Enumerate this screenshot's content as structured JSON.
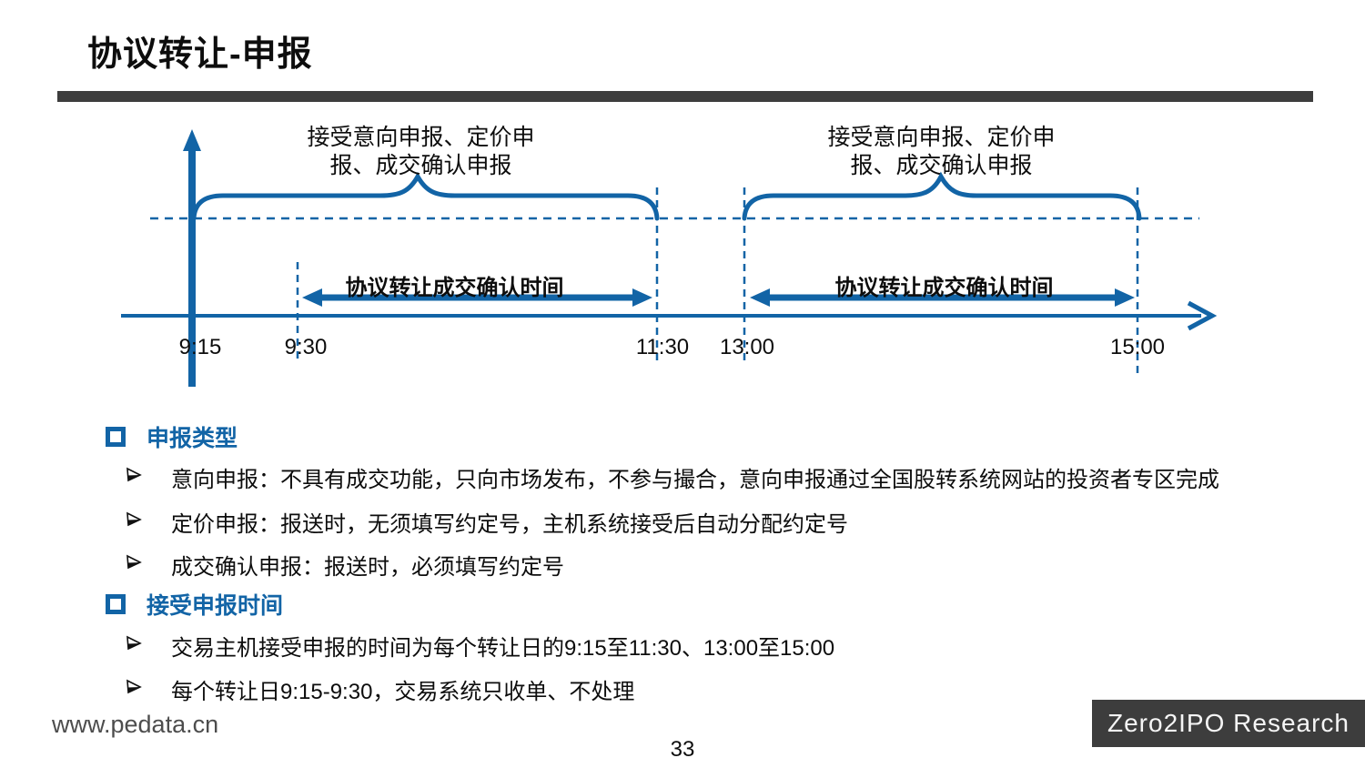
{
  "slide": {
    "title": "协议转让-申报",
    "page_number": "33",
    "footer": {
      "website": "www.pedata.cn",
      "brand": "Zero2IPO Research"
    }
  },
  "colors": {
    "accent_blue": "#1264a6",
    "title_bar_gray": "#3d3d3d",
    "brand_box_gray": "#3d3d3d",
    "footer_url_gray": "#4d4d4d"
  },
  "icons": {
    "section_bullet": "square-outline-icon",
    "item_bullet": "arrowhead-right-icon",
    "axis_end": "arrow-right-icon",
    "axis_top": "arrow-up-icon"
  },
  "timeline": {
    "ticks": [
      "9:15",
      "9:30",
      "11:30",
      "13:00",
      "15:00"
    ],
    "braces": [
      {
        "line1": "接受意向申报、定价申",
        "line2": "报、成交确认申报"
      },
      {
        "line1": "接受意向申报、定价申",
        "line2": "报、成交确认申报"
      }
    ],
    "arrows": [
      {
        "label": "协议转让成交确认时间"
      },
      {
        "label": "协议转让成交确认时间"
      }
    ]
  },
  "sections": [
    {
      "heading": "申报类型",
      "items": [
        "意向申报：不具有成交功能，只向市场发布，不参与撮合，意向申报通过全国股转系统网站的投资者专区完成",
        "定价申报：报送时，无须填写约定号，主机系统接受后自动分配约定号",
        "成交确认申报：报送时，必须填写约定号"
      ]
    },
    {
      "heading": "接受申报时间",
      "items": [
        "交易主机接受申报的时间为每个转让日的9:15至11:30、13:00至15:00",
        "每个转让日9:15-9:30，交易系统只收单、不处理"
      ]
    }
  ]
}
